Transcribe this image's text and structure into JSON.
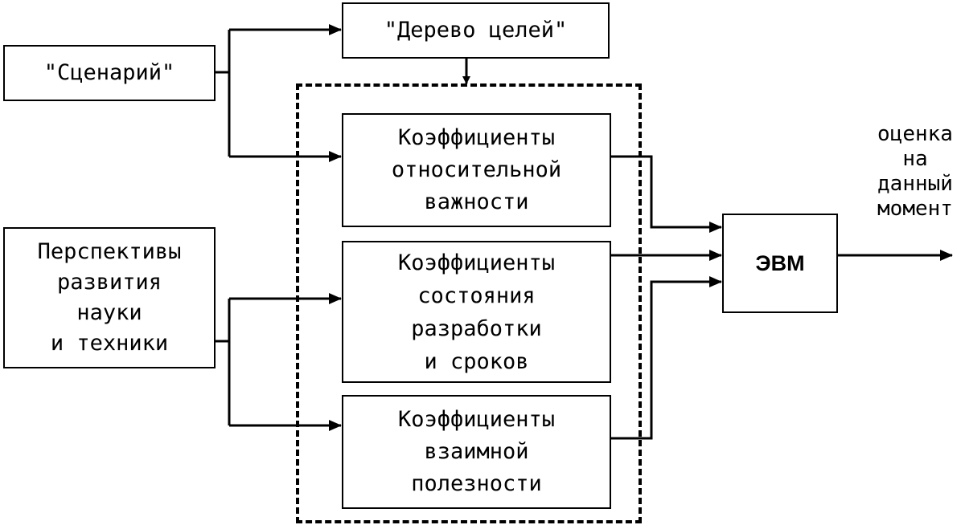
{
  "blocks": {
    "scenario": "\"Сценарий\"",
    "goal_tree": "\"Дерево целей\"",
    "prospects": [
      "Перспективы",
      "развития",
      "науки",
      "и техники"
    ],
    "importance": [
      "Коэффициенты",
      "относительной",
      "важности"
    ],
    "state": [
      "Коэффициенты",
      "состояния",
      "разработки",
      "и сроков"
    ],
    "utility": [
      "Коэффициенты",
      "взаимной",
      "полезности"
    ],
    "computer": "ЭВМ"
  },
  "output": [
    "оценка",
    "на",
    "данный",
    "момент"
  ]
}
